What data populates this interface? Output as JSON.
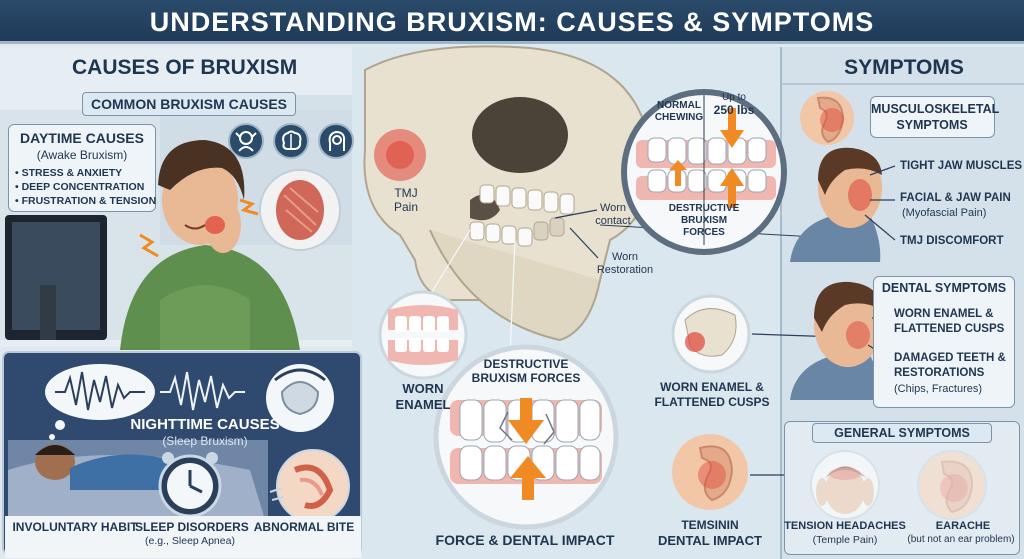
{
  "title": "UNDERSTANDING BRUXISM: CAUSES & SYMPTOMS",
  "causes": {
    "header": "CAUSES OF BRUXISM",
    "common_label": "COMMON BRUXISM CAUSES",
    "daytime": {
      "title": "DAYTIME CAUSES",
      "subtitle": "(Awake Bruxism)",
      "items": [
        "STRESS & ANXIETY",
        "DEEP CONCENTRATION",
        "FRUSTRATION & TENSION"
      ]
    },
    "nighttime": {
      "title": "NIGHTTIME CAUSES",
      "subtitle": "(Sleep Bruxism)",
      "items": [
        {
          "label": "INVOLUNTARY HABIT",
          "note": ""
        },
        {
          "label": "SLEEP DISORDERS",
          "note": "(e.g., Sleep Apnea)"
        },
        {
          "label": "ABNORMAL BITE",
          "note": ""
        }
      ]
    }
  },
  "center": {
    "tmj_label": "TMJ",
    "tmj_label_2": "Pain",
    "normal_chewing": "NORMAL CHEWING",
    "up_to": "Up to",
    "force_value": "250 lbs",
    "destructive_forces_small": "DESTRUCTIVE BRUXISM FORCES",
    "worn_contact": "Worn contact",
    "worn_restoration": "Worn Restoration",
    "worn_enamel": "WORN ENAMEL",
    "destructive_forces_big": "DESTRUCTIVE BRUXISM FORCES",
    "force_impact": "FORCE & DENTAL IMPACT",
    "worn_enamel_cusps": "WORN ENAMEL & FLATTENED CUSPS",
    "temsinin": "TEMSININ",
    "dental_impact": "DENTAL IMPACT"
  },
  "symptoms": {
    "header": "SYMPTOMS",
    "musculoskeletal": {
      "title": "MUSCULOSKELETAL SYMPTOMS",
      "items": [
        {
          "label": "TIGHT JAW MUSCLES",
          "note": ""
        },
        {
          "label": "FACIAL & JAW PAIN",
          "note": "(Myofascial Pain)"
        },
        {
          "label": "TMJ DISCOMFORT",
          "note": ""
        }
      ]
    },
    "dental": {
      "title": "DENTAL SYMPTOMS",
      "items": [
        {
          "label": "WORN ENAMEL & FLATTENED CUSPS",
          "note": ""
        },
        {
          "label": "DAMAGED TEETH & RESTORATIONS",
          "note": "(Chips, Fractures)"
        }
      ]
    },
    "general": {
      "title": "GENERAL SYMPTOMS",
      "items": [
        {
          "label": "TENSION HEADACHES",
          "note": "(Temple Pain)"
        },
        {
          "label": "EARACHE",
          "note": "(but not an ear problem)"
        }
      ]
    }
  },
  "colors": {
    "title_bg": "#1e3a57",
    "accent_orange": "#f08a24",
    "pain_red": "#e0463a",
    "night_bg": "#2f4a6e",
    "panel_bg": "#eaf1f6"
  }
}
